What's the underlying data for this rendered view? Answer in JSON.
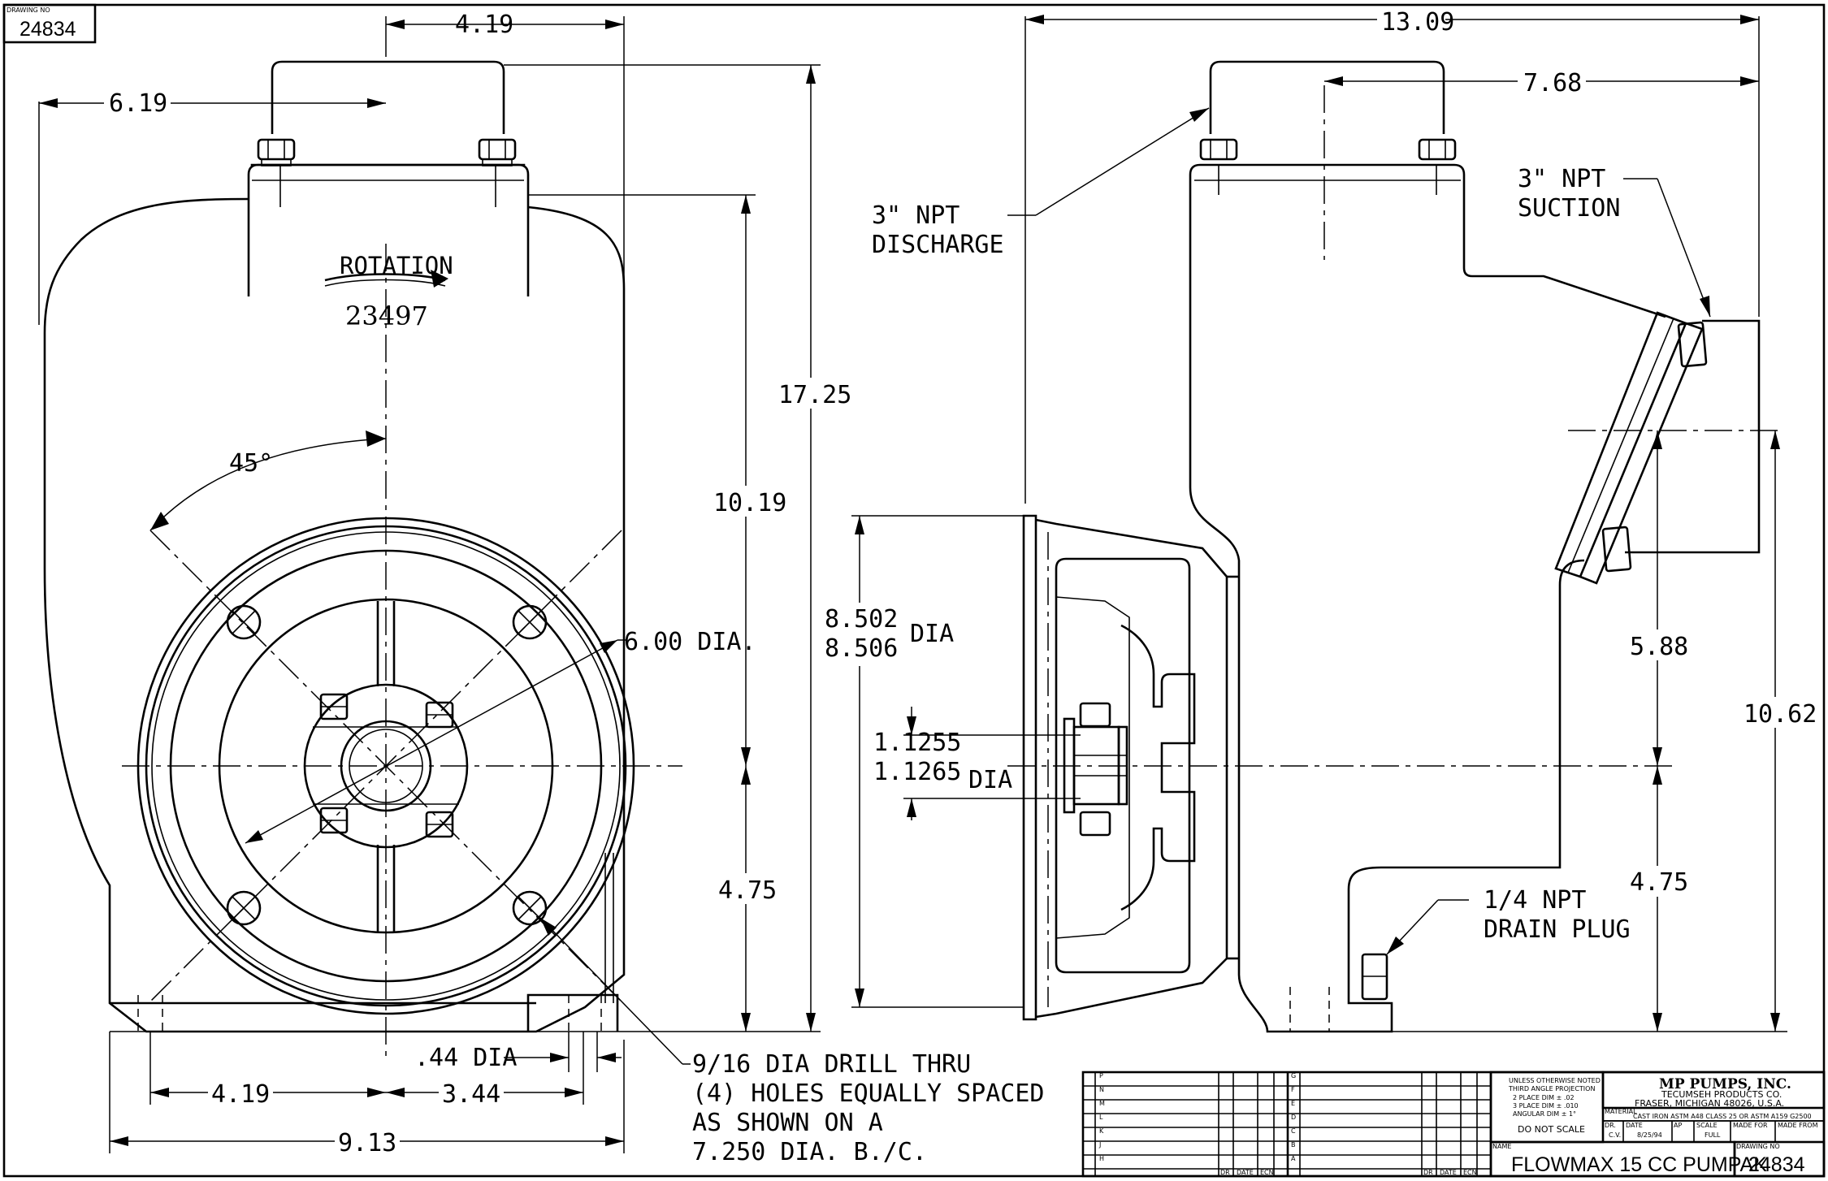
{
  "drawing_no_label": "DRAWING NO",
  "drawing_no": "24834",
  "dims": {
    "top_width": "4.19",
    "left_offset": "6.19",
    "overall_height": "17.25",
    "center_height": "10.19",
    "lower_height": "4.75",
    "bolt_circle": "6.00 DIA.",
    "angle": "45°",
    "hole_dia": ".44 DIA",
    "base_left": "4.19",
    "base_right": "3.44",
    "base_total": "9.13",
    "overall_length": "13.09",
    "suction_offset": "7.68",
    "pilot_a": "8.502",
    "pilot_b": "8.506",
    "pilot_dia": "DIA",
    "shaft_a": "1.1255",
    "shaft_b": "1.1265",
    "shaft_dia": "DIA",
    "suction_height": "5.88",
    "side_height": "10.62",
    "side_lower": "4.75"
  },
  "labels": {
    "rotation": "ROTATION",
    "casting_no": "23497",
    "discharge_1": "3\" NPT",
    "discharge_2": "DISCHARGE",
    "suction_1": "3\" NPT",
    "suction_2": "SUCTION",
    "drain_1": "1/4 NPT",
    "drain_2": "DRAIN PLUG",
    "drill_1": "9/16 DIA DRILL THRU",
    "drill_2": "(4) HOLES EQUALLY SPACED",
    "drill_3": "AS SHOWN ON A",
    "drill_4": "7.250 DIA. B./C."
  },
  "title_block": {
    "rev_letters_left": [
      "P",
      "N",
      "M",
      "L",
      "K",
      "J",
      "H"
    ],
    "rev_letters_right": [
      "G",
      "F",
      "E",
      "D",
      "C",
      "B",
      "A"
    ],
    "col_labels": [
      "DR",
      "DATE",
      "ECN"
    ],
    "tol_1": "UNLESS OTHERWISE NOTED",
    "tol_2": "THIRD ANGLE PROJECTION",
    "tol_3": "2 PLACE DIM ± .02",
    "tol_4": "3 PLACE DIM ± .010",
    "tol_5": "ANGULAR DIM ± 1°",
    "do_not_scale": "DO NOT SCALE",
    "company": "MP PUMPS, INC.",
    "company_sub": "TECUMSEH PRODUCTS CO.",
    "company_addr": "FRASER, MICHIGAN 48026, U.S.A.",
    "material_label": "MATERIAL",
    "material": "CAST IRON ASTM A48 CLASS 25 OR ASTM A159 G2500",
    "dr_label": "DR.",
    "dr_value": "C.V.",
    "date_label": "DATE",
    "date_value": "8/25/94",
    "ap_label": "AP",
    "scale_label": "SCALE",
    "scale_value": "FULL",
    "made_for_label": "MADE FOR",
    "made_from_label": "MADE FROM",
    "name_label": "NAME",
    "name": "FLOWMAX 15 CC PUMPAK",
    "drawing_no_label": "DRAWING NO",
    "drawing_no": "24834"
  }
}
